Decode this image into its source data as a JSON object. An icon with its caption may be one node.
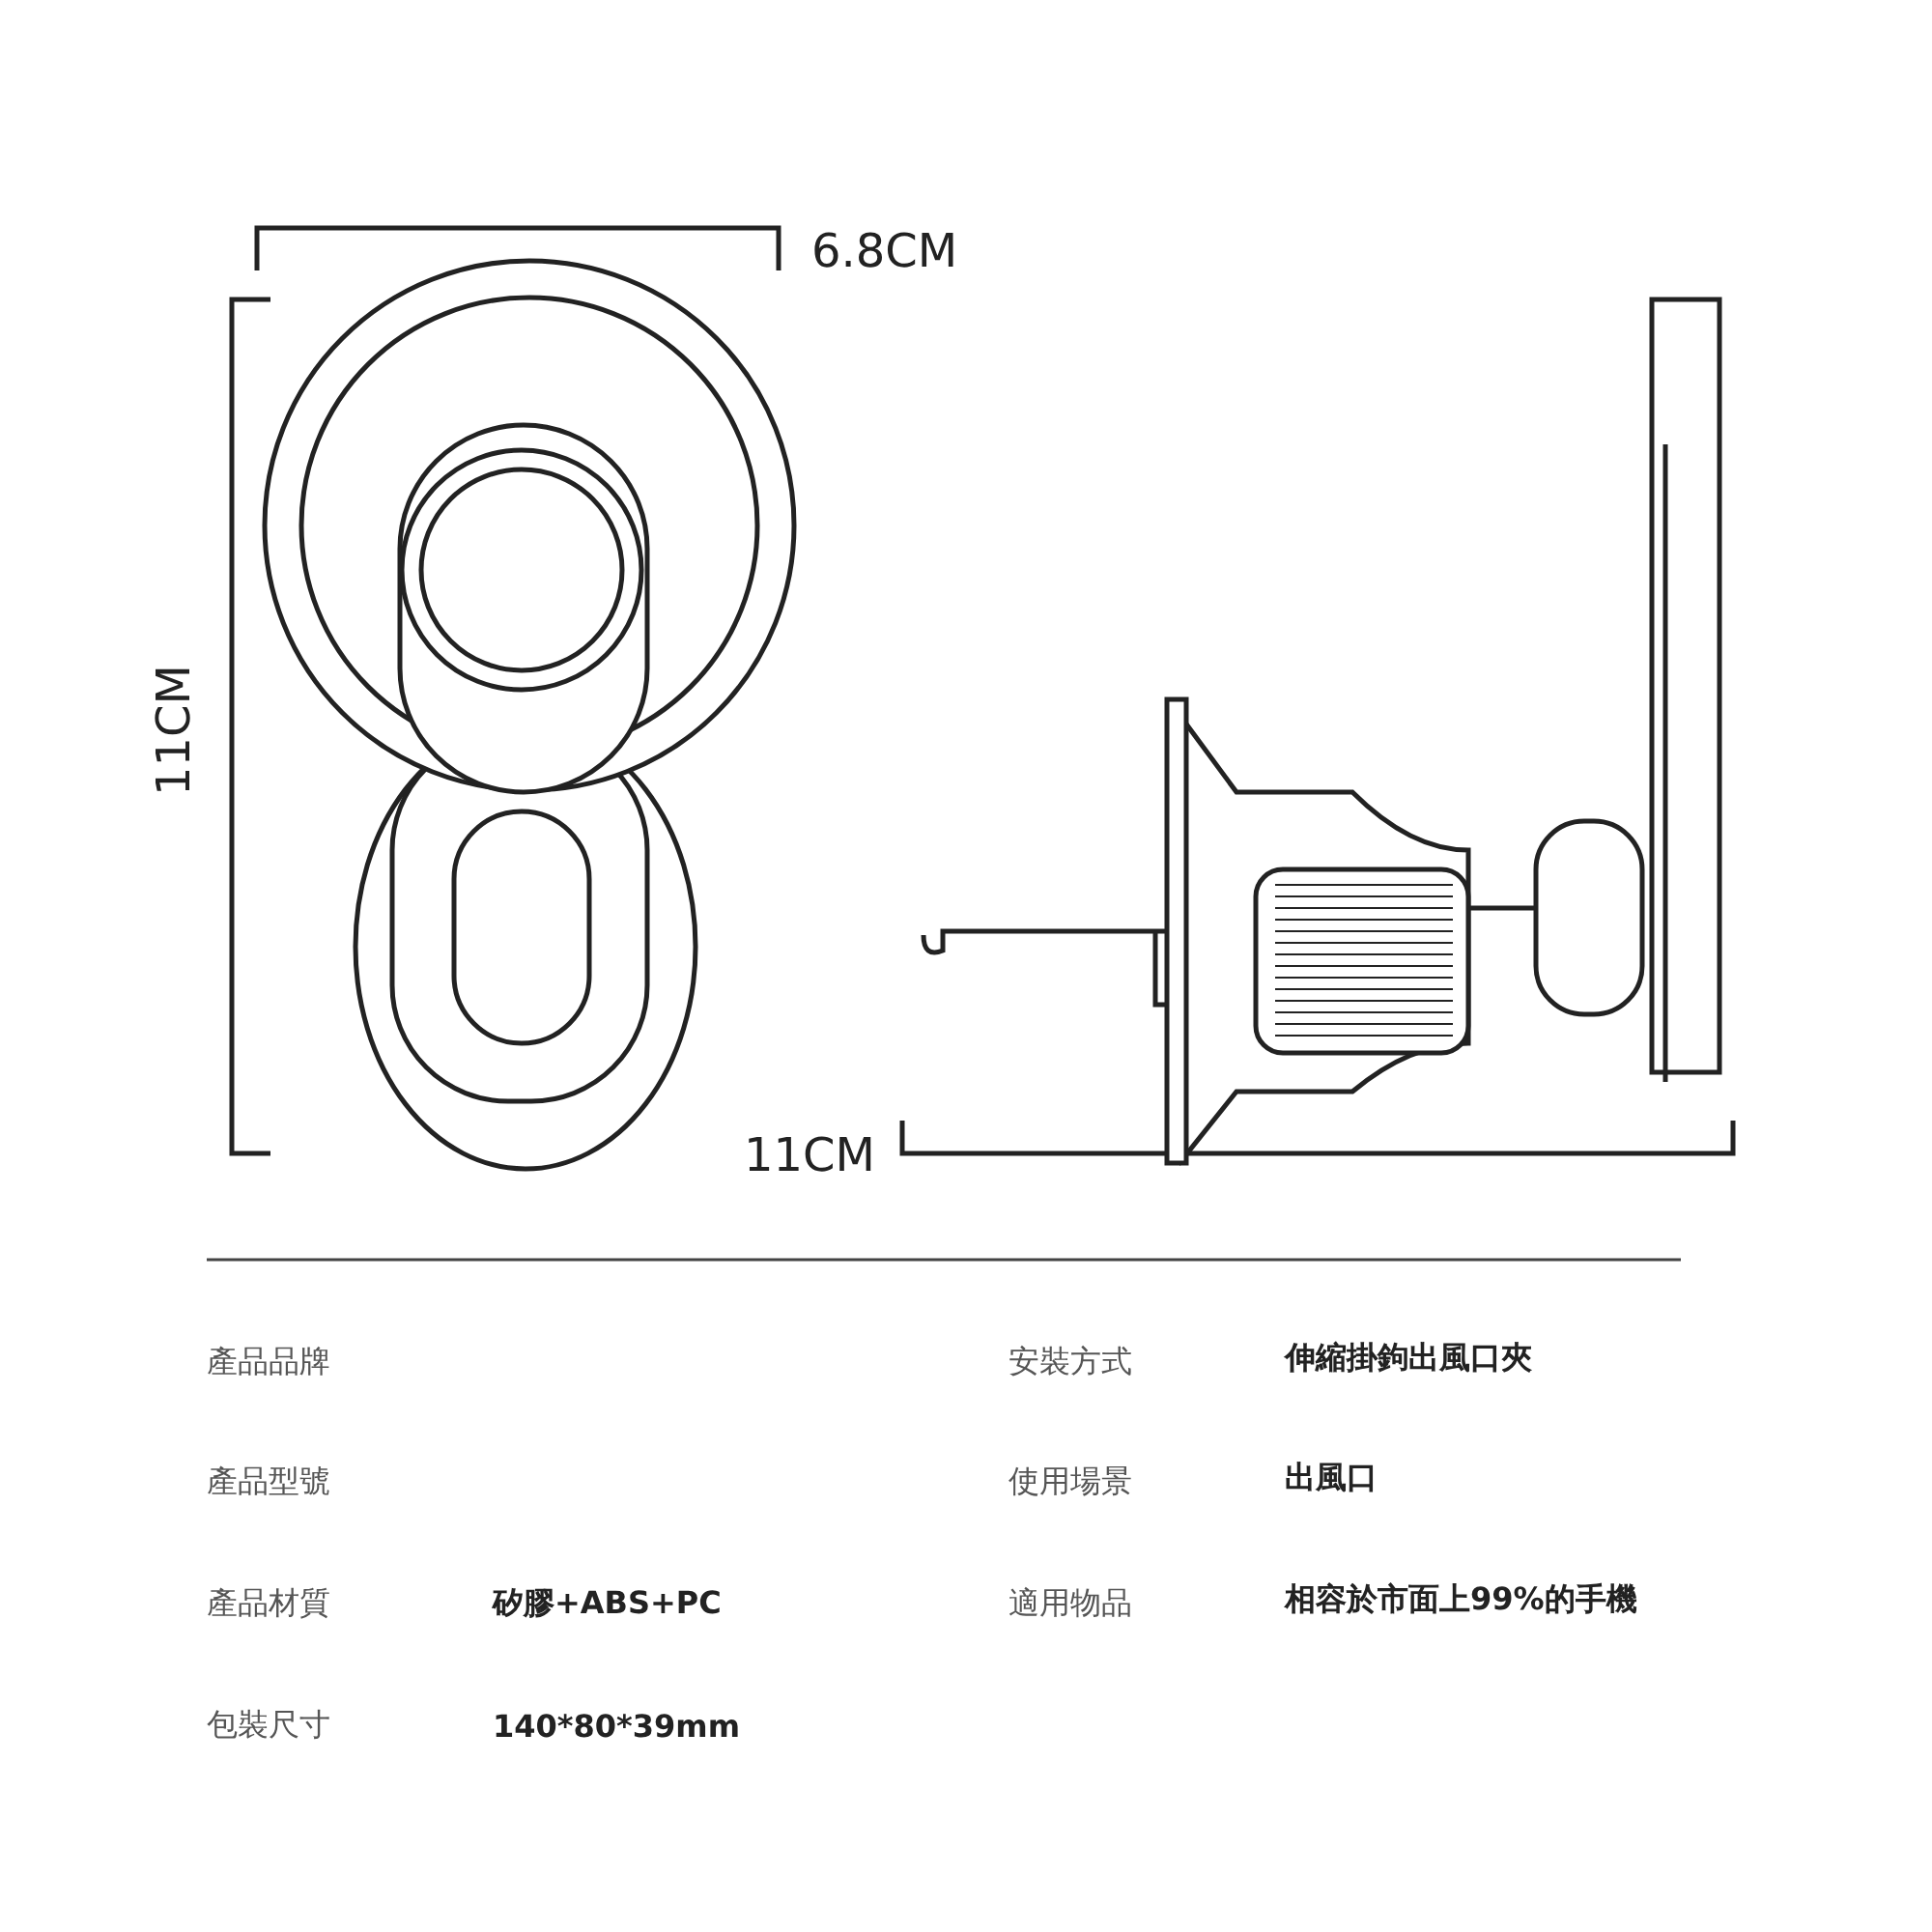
{
  "diagram": {
    "labels": [
      "6.8CM",
      "11CM",
      "11CM",
      "產品品牌",
      "安裝方式",
      "伸縮掛鉤出風口夾",
      "產品型號",
      "使用場景",
      "出風口",
      "產品材質",
      "矽膠+ABS+PC",
      "適用物品",
      "相容於市面上99%的手機",
      "包裝尺寸",
      "140*80*39mm"
    ]
  }
}
